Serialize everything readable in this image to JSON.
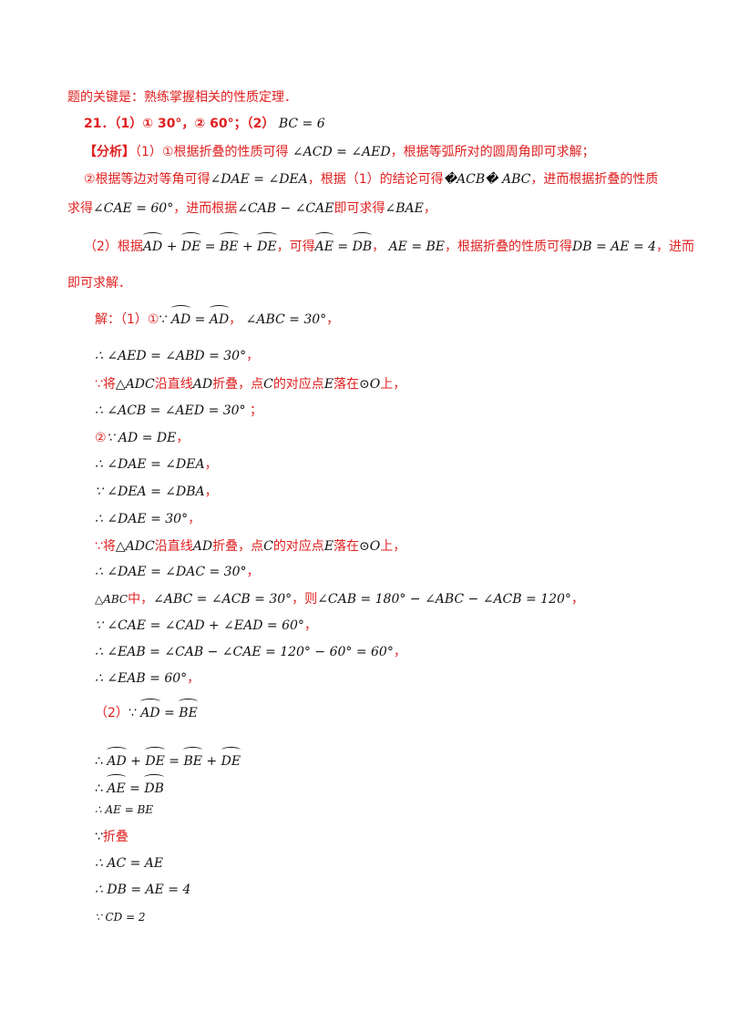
{
  "lines": {
    "l1": "题的关键是：熟练掌握相关的性质定理．",
    "l2a": "21．（1）① 30°，② 60°；（2）",
    "l2b": "BC = 6",
    "l3a": "【分析】",
    "l3b": "（1）①根据折叠的性质可得",
    "l3c": "∠ACD = ∠AED",
    "l3d": "，根据等弧所对的圆周角即可求解；",
    "l4a": "②根据等边对等角可得",
    "l4b": "∠DAE = ∠DEA",
    "l4c": "，根据（1）的结论可得",
    "l4d": "�ACB�  ABC",
    "l4e": "，进而根据折叠的性质",
    "l5a": "求得",
    "l5b": "∠CAE = 60°",
    "l5c": "，进而根据",
    "l5d": "∠CAB − ∠CAE",
    "l5e": "即可求得",
    "l5f": "∠BAE",
    "l5g": "，",
    "l6a": "（2）根据",
    "l6b1": "AD",
    "l6b2": " + ",
    "l6b3": "DE",
    "l6b4": " = ",
    "l6b5": "BE",
    "l6b6": " + ",
    "l6b7": "DE",
    "l6c": "，可得",
    "l6d1": "AE",
    "l6d2": " = ",
    "l6d3": "DB",
    "l6e": "，",
    "l6f": "AE = BE",
    "l6g": "，根据折叠的性质可得",
    "l6h": "DB = AE = 4",
    "l6i": "，进而",
    "l7": "即可求解．",
    "l8a": "解：（1）①",
    "l8b": "∵",
    "l8c1": "AD",
    "l8c2": " = ",
    "l8c3": "AD",
    "l8d": "，",
    "l8e": "∠ABC = 30°",
    "l8f": "，",
    "l9a": "∴ ∠AED = ∠ABD = 30°",
    "l9b": "，",
    "l10a": "∵将",
    "l10b": "△ADC",
    "l10c": "沿直线",
    "l10d": "AD",
    "l10e": "折叠，点",
    "l10f": "C",
    "l10g": "的对应点",
    "l10h": "E",
    "l10i": "落在",
    "l10j": "⊙O",
    "l10k": "上，",
    "l11a": "∴ ∠ACB = ∠AED = 30°",
    "l11b": "；",
    "l12a": "②",
    "l12b": "∵ AD = DE",
    "l12c": "，",
    "l13a": "∴ ∠DAE = ∠DEA",
    "l13b": "，",
    "l14a": "∵ ∠DEA = ∠DBA",
    "l14b": "，",
    "l15a": "∴ ∠DAE = 30°",
    "l15b": "，",
    "l16a": "∵将",
    "l16b": "△ADC",
    "l16c": "沿直线",
    "l16d": "AD",
    "l16e": "折叠，点",
    "l16f": "C",
    "l16g": "的对应点",
    "l16h": "E",
    "l16i": "落在",
    "l16j": "⊙O",
    "l16k": "上，",
    "l17a": "∴ ∠DAE = ∠DAC = 30°",
    "l17b": "，",
    "l18a": "△ABC",
    "l18b": "中，",
    "l18c": "∠ABC = ∠ACB = 30°",
    "l18d": "，则",
    "l18e": "∠CAB = 180° − ∠ABC − ∠ACB = 120°",
    "l18f": "，",
    "l19a": "∵ ∠CAE = ∠CAD + ∠EAD = 60°",
    "l19b": "，",
    "l20a": "∴ ∠EAB = ∠CAB − ∠CAE = 120° − 60° = 60°",
    "l20b": "，",
    "l21a": "∴ ∠EAB = 60°",
    "l21b": "，",
    "l22a": "（2）",
    "l22b": "∵",
    "l22c1": "AD",
    "l22c2": " = ",
    "l22c3": "BE",
    "l23a": "∴",
    "l23b1": "AD",
    "l23b2": " + ",
    "l23b3": "DE",
    "l23b4": " = ",
    "l23b5": "BE",
    "l23b6": " + ",
    "l23b7": "DE",
    "l24a": "∴",
    "l24b1": "AE",
    "l24b2": " = ",
    "l24b3": "DB",
    "l25": "∴ AE = BE",
    "l26a": "∵",
    "l26b": "折叠",
    "l27": "∴ AC = AE",
    "l28": "∴ DB = AE = 4",
    "l29": "∵ CD = 2"
  }
}
